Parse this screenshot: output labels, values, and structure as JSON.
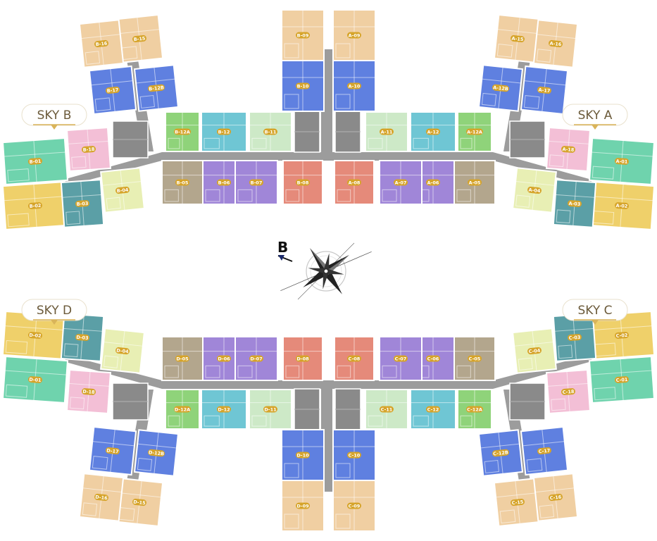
{
  "colors": {
    "corridor": "#9c9c9c",
    "core": "#8a8a8a",
    "badge": "#d6a42a",
    "badge_text": "#ffffff",
    "sky_border": "#d9b45a",
    "sky_text": "#6b5a3a",
    "wall": "#ffffff"
  },
  "compass": {
    "north_label": "B",
    "icon": "compass-rose-icon"
  },
  "towers": [
    {
      "id": "sky-b",
      "label": "SKY B",
      "units": [
        {
          "label": "B-01",
          "color": "#6fd3ad"
        },
        {
          "label": "B-02",
          "color": "#efd06a"
        },
        {
          "label": "B-03",
          "color": "#5b9fa6"
        },
        {
          "label": "B-04",
          "color": "#e8efb4"
        },
        {
          "label": "B-05",
          "color": "#b3a68d"
        },
        {
          "label": "B-06",
          "color": "#a086d8"
        },
        {
          "label": "B-07",
          "color": "#a086d8"
        },
        {
          "label": "B-08",
          "color": "#e58a7a"
        },
        {
          "label": "B-09",
          "color": "#f0cfa2"
        },
        {
          "label": "B-10",
          "color": "#5f80e0"
        },
        {
          "label": "B-11",
          "color": "#cde9c7"
        },
        {
          "label": "B-12",
          "color": "#6fc6d4"
        },
        {
          "label": "B-12A",
          "color": "#8fd37a"
        },
        {
          "label": "B-12B",
          "color": "#5f80e0"
        },
        {
          "label": "B-15",
          "color": "#f0cfa2"
        },
        {
          "label": "B-16",
          "color": "#f0cfa2"
        },
        {
          "label": "B-17",
          "color": "#5f80e0"
        },
        {
          "label": "B-18",
          "color": "#f3bfd6"
        }
      ]
    },
    {
      "id": "sky-a",
      "label": "SKY A",
      "units": [
        {
          "label": "A-01",
          "color": "#6fd3ad"
        },
        {
          "label": "A-02",
          "color": "#efd06a"
        },
        {
          "label": "A-03",
          "color": "#5b9fa6"
        },
        {
          "label": "A-04",
          "color": "#e8efb4"
        },
        {
          "label": "A-05",
          "color": "#b3a68d"
        },
        {
          "label": "A-06",
          "color": "#a086d8"
        },
        {
          "label": "A-07",
          "color": "#a086d8"
        },
        {
          "label": "A-08",
          "color": "#e58a7a"
        },
        {
          "label": "A-09",
          "color": "#f0cfa2"
        },
        {
          "label": "A-10",
          "color": "#5f80e0"
        },
        {
          "label": "A-11",
          "color": "#cde9c7"
        },
        {
          "label": "A-12",
          "color": "#6fc6d4"
        },
        {
          "label": "A-12A",
          "color": "#8fd37a"
        },
        {
          "label": "A-12B",
          "color": "#5f80e0"
        },
        {
          "label": "A-15",
          "color": "#f0cfa2"
        },
        {
          "label": "A-16",
          "color": "#f0cfa2"
        },
        {
          "label": "A-17",
          "color": "#5f80e0"
        },
        {
          "label": "A-18",
          "color": "#f3bfd6"
        }
      ]
    },
    {
      "id": "sky-d",
      "label": "SKY D",
      "units": [
        {
          "label": "D-01",
          "color": "#6fd3ad"
        },
        {
          "label": "D-02",
          "color": "#efd06a"
        },
        {
          "label": "D-03",
          "color": "#5b9fa6"
        },
        {
          "label": "D-04",
          "color": "#e8efb4"
        },
        {
          "label": "D-05",
          "color": "#b3a68d"
        },
        {
          "label": "D-06",
          "color": "#a086d8"
        },
        {
          "label": "D-07",
          "color": "#a086d8"
        },
        {
          "label": "D-08",
          "color": "#e58a7a"
        },
        {
          "label": "D-09",
          "color": "#f0cfa2"
        },
        {
          "label": "D-10",
          "color": "#5f80e0"
        },
        {
          "label": "D-11",
          "color": "#cde9c7"
        },
        {
          "label": "D-12",
          "color": "#6fc6d4"
        },
        {
          "label": "D-12A",
          "color": "#8fd37a"
        },
        {
          "label": "D-12B",
          "color": "#5f80e0"
        },
        {
          "label": "D-15",
          "color": "#f0cfa2"
        },
        {
          "label": "D-16",
          "color": "#f0cfa2"
        },
        {
          "label": "D-17",
          "color": "#5f80e0"
        },
        {
          "label": "D-18",
          "color": "#f3bfd6"
        }
      ]
    },
    {
      "id": "sky-c",
      "label": "SKY C",
      "units": [
        {
          "label": "C-01",
          "color": "#6fd3ad"
        },
        {
          "label": "C-02",
          "color": "#efd06a"
        },
        {
          "label": "C-03",
          "color": "#5b9fa6"
        },
        {
          "label": "C-04",
          "color": "#e8efb4"
        },
        {
          "label": "C-05",
          "color": "#b3a68d"
        },
        {
          "label": "C-06",
          "color": "#a086d8"
        },
        {
          "label": "C-07",
          "color": "#a086d8"
        },
        {
          "label": "C-08",
          "color": "#e58a7a"
        },
        {
          "label": "C-09",
          "color": "#f0cfa2"
        },
        {
          "label": "C-10",
          "color": "#5f80e0"
        },
        {
          "label": "C-11",
          "color": "#cde9c7"
        },
        {
          "label": "C-12",
          "color": "#6fc6d4"
        },
        {
          "label": "C-12A",
          "color": "#8fd37a"
        },
        {
          "label": "C-12B",
          "color": "#5f80e0"
        },
        {
          "label": "C-15",
          "color": "#f0cfa2"
        },
        {
          "label": "C-16",
          "color": "#f0cfa2"
        },
        {
          "label": "C-17",
          "color": "#5f80e0"
        },
        {
          "label": "C-18",
          "color": "#f3bfd6"
        }
      ]
    }
  ]
}
